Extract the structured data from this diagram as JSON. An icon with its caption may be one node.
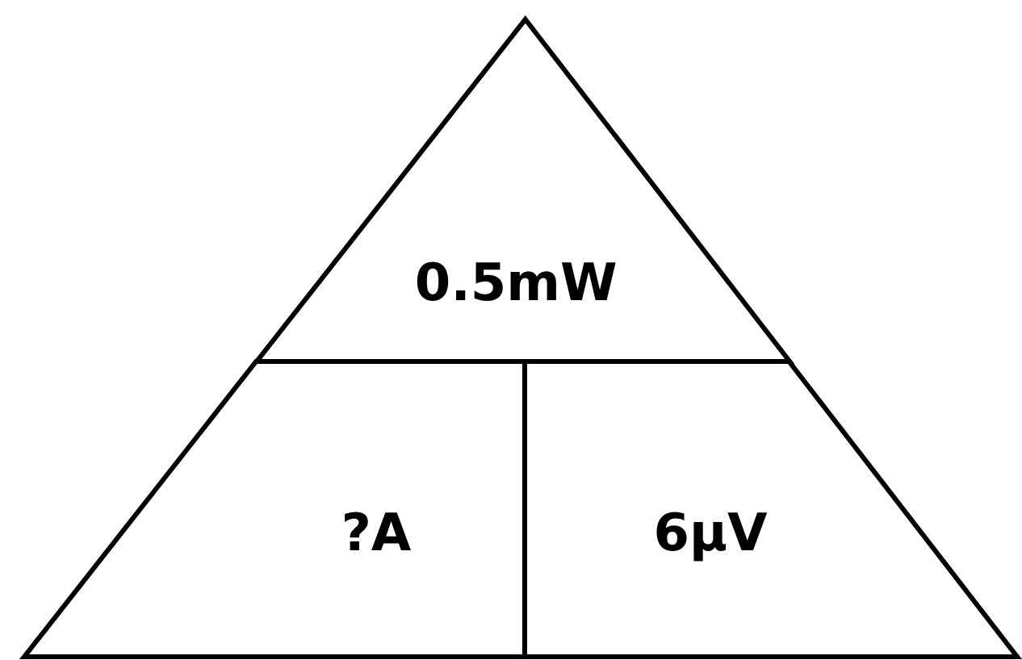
{
  "diagram": {
    "nodes": [
      {
        "text": [
          "0.5mW"
        ]
      },
      {
        "text": [
          "?A"
        ]
      },
      {
        "text": [
          "6μV"
        ]
      }
    ]
  }
}
